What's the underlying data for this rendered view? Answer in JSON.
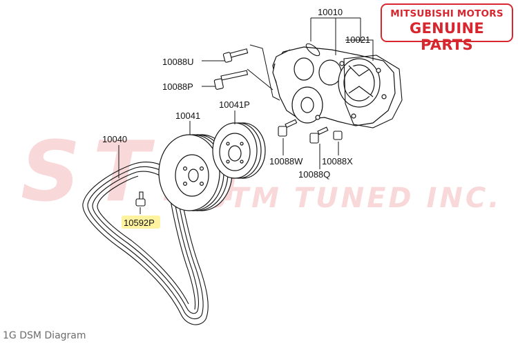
{
  "badge": {
    "line1": "MITSUBISHI MOTORS",
    "line2": "GENUINE PARTS",
    "color": "#d8262e"
  },
  "watermark": {
    "logo_text": "STM",
    "tagline": "STM TUNED INC.",
    "color": "#f3b9b9"
  },
  "caption": "1G DSM Diagram",
  "parts": {
    "p10010": "10010",
    "p10021": "10021",
    "p10088U": "10088U",
    "p10088P": "10088P",
    "p10041": "10041",
    "p10041P": "10041P",
    "p10040": "10040",
    "p10088W": "10088W",
    "p10088X": "10088X",
    "p10088Q": "10088Q",
    "p10592P": "10592P"
  },
  "highlight_color": "#fff3a0"
}
